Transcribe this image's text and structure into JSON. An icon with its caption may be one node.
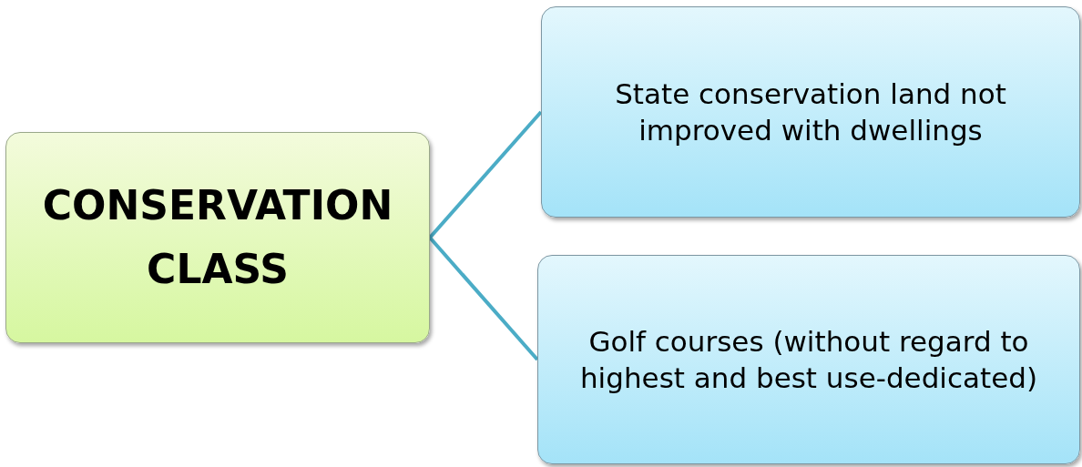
{
  "diagram": {
    "nodes": [
      {
        "text": [
          "CONSERVATION CLASS"
        ]
      },
      {
        "text": [
          "State conservation land not improved with dwellings"
        ]
      },
      {
        "text": [
          "Golf courses (without regard to highest and best use-dedicated)"
        ]
      }
    ],
    "edges": [
      {
        "from": 0,
        "to": 1,
        "arrow": "none"
      },
      {
        "from": 0,
        "to": 2,
        "arrow": "none"
      }
    ]
  }
}
